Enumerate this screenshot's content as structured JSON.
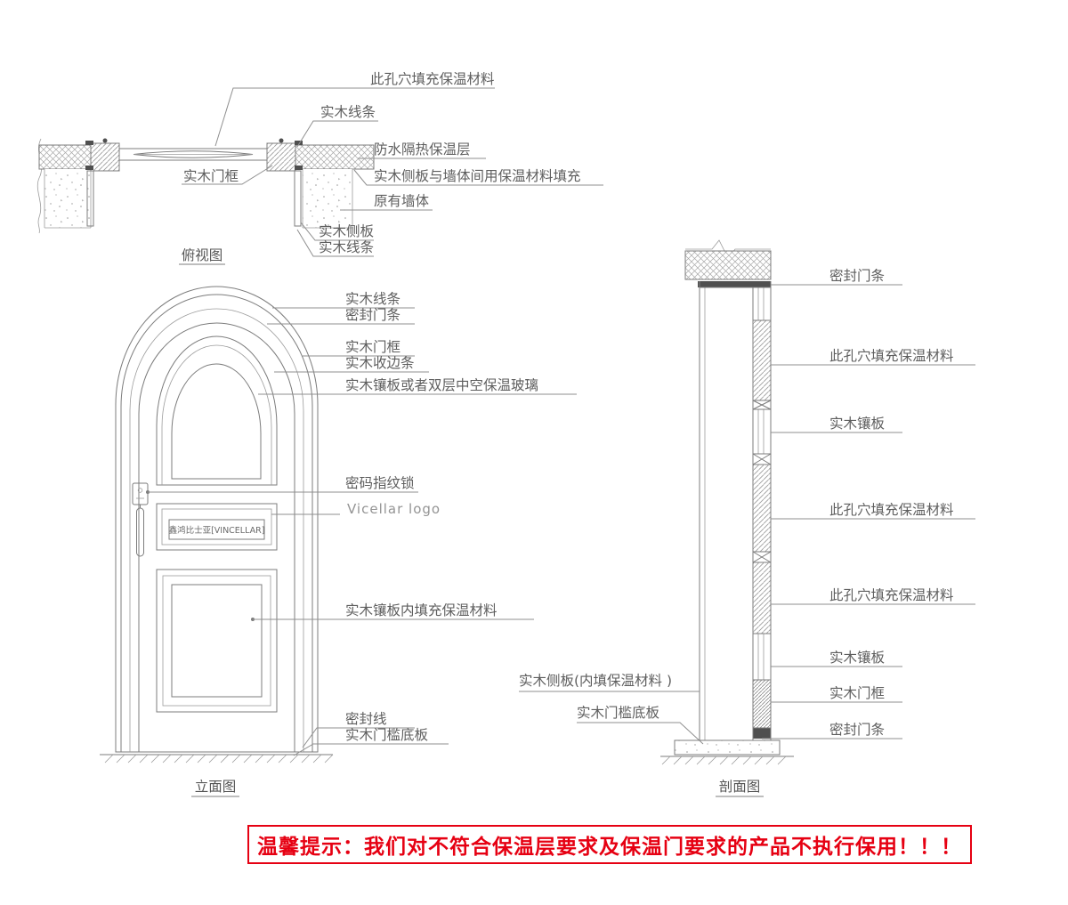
{
  "views": {
    "top": {
      "caption": "俯视图",
      "labels": {
        "cavity": "此孔穴填充保温材料",
        "trim_top": "实木线条",
        "waterproof": "防水隔热保温层",
        "frame": "实木门框",
        "side_fill": "实木侧板与墙体间用保温材料填充",
        "wall": "原有墙体",
        "side_panel": "实木侧板",
        "trim_bottom": "实木线条"
      }
    },
    "elevation": {
      "caption": "立面图",
      "panel_text": "鑫鸿比士亚[VINCELLAR]",
      "labels": {
        "trim": "实木线条",
        "seal_strip": "密封门条",
        "frame": "实木门框",
        "edge_strip": "实木收边条",
        "panel_or_glass": "实木镶板或者双层中空保温玻璃",
        "lock": "密码指纹锁",
        "logo": "Vicellar logo",
        "panel_fill": "实木镶板内填充保温材料",
        "seal_line": "密封线",
        "threshold": "实木门槛底板"
      }
    },
    "section": {
      "caption": "剖面图",
      "labels": {
        "seal_top": "密封门条",
        "cavity_1": "此孔穴填充保温材料",
        "panel_1": "实木镶板",
        "cavity_2": "此孔穴填充保温材料",
        "cavity_3": "此孔穴填充保温材料",
        "panel_2": "实木镶板",
        "frame": "实木门框",
        "seal_bottom": "密封门条",
        "side_panel": "实木侧板(内填保温材料 )",
        "threshold": "实木门槛底板"
      }
    }
  },
  "warning": {
    "text": "温馨提示：我们对不符合保温层要求及保温门要求的产品不执行保用！！！"
  },
  "colors": {
    "warning_red": "#e60012",
    "line_gray": "#7c7c7c",
    "text_gray": "#5e5e5e"
  }
}
